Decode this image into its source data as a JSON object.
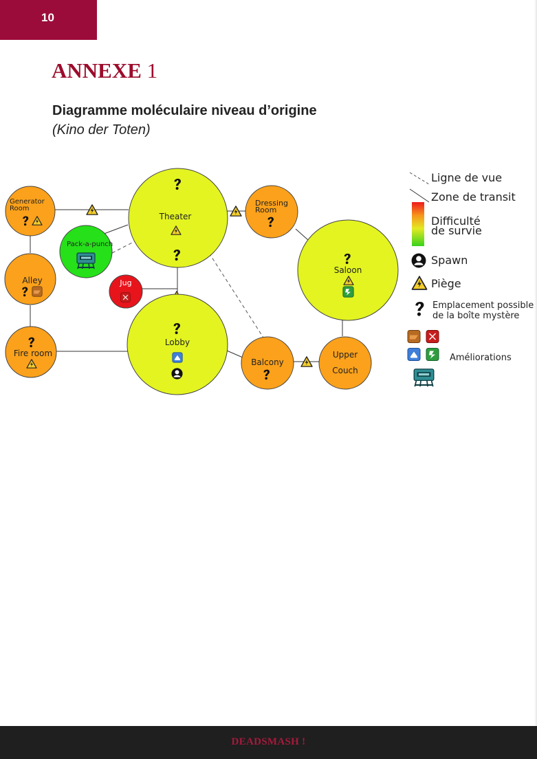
{
  "page": {
    "number": "10"
  },
  "heading": {
    "annex_word": "ANNEXE",
    "annex_num": "1"
  },
  "subtitle": {
    "line1": "Diagramme moléculaire niveau d’origine",
    "line2": "(Kino der Toten)"
  },
  "colors": {
    "accent": "#9c0c3b",
    "orange": "#fba11b",
    "yellow": "#e3f421",
    "green": "#26e019",
    "red": "#e8141c",
    "trap": "#f4cd2c"
  },
  "rooms": [
    {
      "id": "generator",
      "line1": "Generator",
      "line2": "Room",
      "icons": [
        "mystery-box-icon",
        "trap-icon"
      ]
    },
    {
      "id": "theater",
      "label": "Theater",
      "icons": [
        "mystery-box-icon",
        "trap-icon",
        "mystery-box-icon"
      ]
    },
    {
      "id": "dressing",
      "line1": "Dressing",
      "line2": "Room",
      "icons": [
        "mystery-box-icon"
      ]
    },
    {
      "id": "pap",
      "label": "Pack-a-punch",
      "icons": [
        "pack-a-punch-icon"
      ]
    },
    {
      "id": "alley",
      "label": "Alley",
      "icons": [
        "mystery-box-icon",
        "speed-cola-icon"
      ]
    },
    {
      "id": "jug",
      "label": "Jug",
      "icons": [
        "juggernog-icon"
      ]
    },
    {
      "id": "saloon",
      "label": "Saloon",
      "icons": [
        "mystery-box-icon",
        "trap-icon",
        "stamin-up-icon"
      ]
    },
    {
      "id": "fire",
      "label": "Fire room",
      "icons": [
        "mystery-box-icon",
        "trap-icon"
      ]
    },
    {
      "id": "lobby",
      "label": "Lobby",
      "icons": [
        "mystery-box-icon",
        "quick-revive-icon",
        "spawn-icon"
      ]
    },
    {
      "id": "balcony",
      "label": "Balcony",
      "icons": [
        "mystery-box-icon"
      ]
    },
    {
      "id": "upper",
      "line1": "Upper",
      "line2": "Couch",
      "icons": []
    }
  ],
  "legend": {
    "line_of_sight": "Ligne de vue",
    "transit": "Zone de transit",
    "difficulty_1": "Difficulté",
    "difficulty_2": "de survie",
    "spawn": "Spawn",
    "trap": "Piège",
    "mystery_1": "Emplacement possible",
    "mystery_2": "de la boîte mystère",
    "upgrades": "Améliorations"
  },
  "footer": {
    "brand": "DEADSMASH !"
  }
}
